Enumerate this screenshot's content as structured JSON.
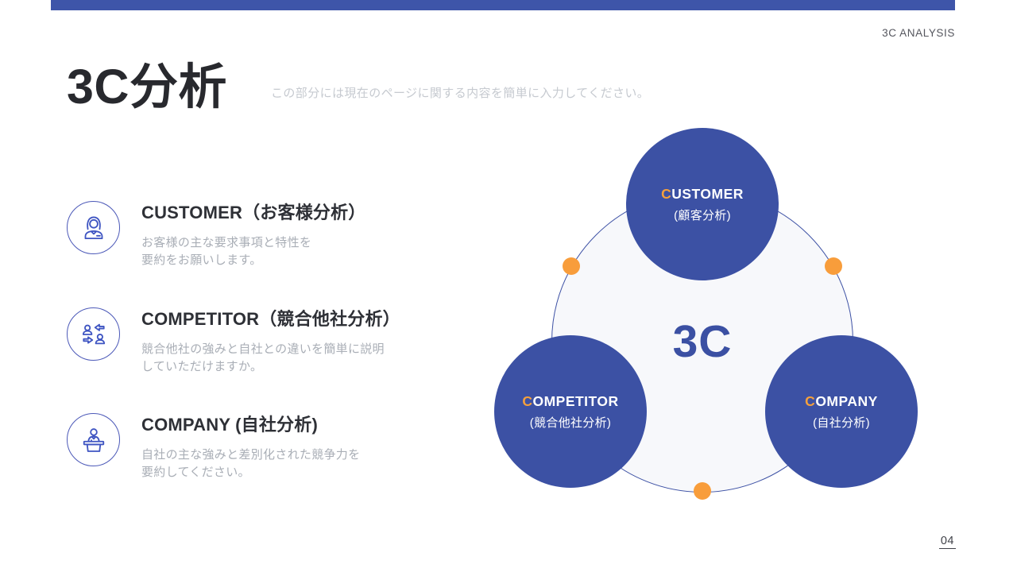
{
  "slide": {
    "header": {
      "label": "3C ANALYSIS"
    },
    "title": "3C分析",
    "subtitle": "この部分には現在のページに関する内容を簡単に入力してください。",
    "page_number": "04",
    "colors": {
      "accent_blue": "#3C51A4",
      "bar_blue": "#3E55A9",
      "accent_orange": "#F89D3B",
      "ring_fill": "#F7F8FB",
      "title_dark": "#28292E",
      "muted_gray": "#A9AEB6"
    },
    "list": [
      {
        "icon": "customer-person-icon",
        "title": "CUSTOMER（お客様分析）",
        "desc_line1": "お客様の主な要求事項と特性を",
        "desc_line2": "要約をお願いします。"
      },
      {
        "icon": "swap-people-icon",
        "title": "COMPETITOR（競合他社分析）",
        "desc_line1": "競合他社の強みと自社との違いを簡単に説明",
        "desc_line2": "していただけますか。"
      },
      {
        "icon": "podium-speaker-icon",
        "title": "COMPANY (自社分析)",
        "desc_line1": "自社の主な強みと差別化された競争力を",
        "desc_line2": "要約してください。"
      }
    ],
    "diagram": {
      "center_label": "3C",
      "circles": [
        {
          "id": "customer",
          "first_letter": "C",
          "rest": "USTOMER",
          "subtitle": "(顧客分析)"
        },
        {
          "id": "competitor",
          "first_letter": "C",
          "rest": "OMPETITOR",
          "subtitle": "(競合他社分析)"
        },
        {
          "id": "company",
          "first_letter": "C",
          "rest": "OMPANY",
          "subtitle": "(自社分析)"
        }
      ]
    }
  }
}
